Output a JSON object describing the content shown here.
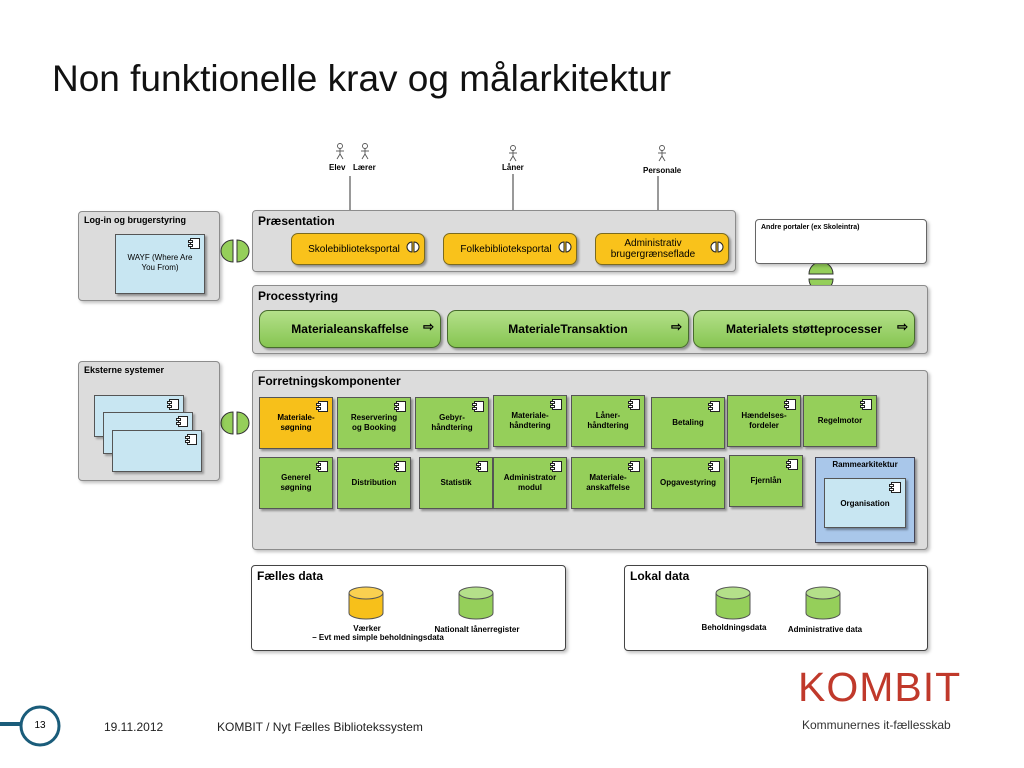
{
  "title": "Non funktionelle krav og målarkitektur",
  "actors": [
    {
      "name": "Elev"
    },
    {
      "name": "Lærer"
    },
    {
      "name": "Låner"
    },
    {
      "name": "Personale"
    }
  ],
  "login": {
    "title": "Log-in og brugerstyring",
    "component": "WAYF (Where Are You From)"
  },
  "presentation": {
    "title": "Præsentation",
    "portals": [
      "Skolebiblioteksportal",
      "Folkebiblioteksportal",
      "Administrativ brugergrænseflade"
    ]
  },
  "other_portals": {
    "title": "Andre portaler (ex Skoleintra)"
  },
  "process": {
    "title": "Processtyring",
    "items": [
      "Materialeanskaffelse",
      "MaterialeTransaktion",
      "Materialets støtteprocesser"
    ]
  },
  "external": {
    "title": "Eksterne systemer"
  },
  "business": {
    "title": "Forretningskomponenter",
    "row1": [
      "Materiale-søgning",
      "Reservering og Booking",
      "Gebyr-håndtering",
      "Materiale-håndtering",
      "Låner-håndtering",
      "Betaling",
      "Hændelses-fordeler",
      "Regelmotor"
    ],
    "row2": [
      "Generel søgning",
      "Distribution",
      "Statistik",
      "Administrator modul",
      "Materiale-anskaffelse",
      "Opgavestyring",
      "Fjernlån"
    ],
    "frame": {
      "title": "Rammearkitektur",
      "component": "Organisation"
    }
  },
  "shared_data": {
    "title": "Fælles data",
    "items": [
      {
        "label": "Værker",
        "note": "– Evt med simple beholdningsdata",
        "color": "#f7c01a"
      },
      {
        "label": "Nationalt lånerregister",
        "color": "#95cf5a"
      }
    ]
  },
  "local_data": {
    "title": "Lokal data",
    "items": [
      {
        "label": "Beholdningsdata",
        "color": "#95cf5a"
      },
      {
        "label": "Administrative data",
        "color": "#95cf5a"
      }
    ]
  },
  "footer": {
    "page": "13",
    "date": "19.11.2012",
    "text": "KOMBIT / Nyt Fælles Bibliotekssystem"
  },
  "brand": {
    "logo": "KOMBIT",
    "tagline": "Kommunernes it-fællesskab",
    "color": "#c0392b",
    "accent": "#1a5c7a"
  },
  "icons": [
    "actor-icon",
    "component-icon",
    "interface-icon",
    "database-icon",
    "arrow-icon"
  ]
}
